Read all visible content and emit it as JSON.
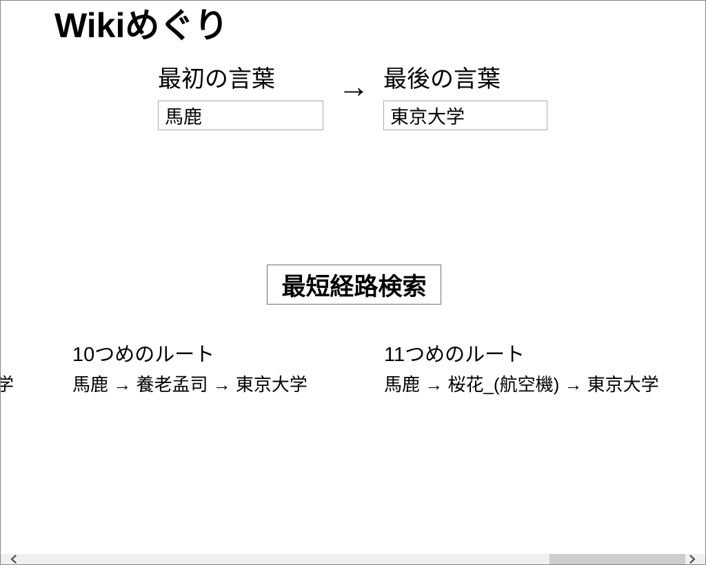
{
  "title": "Wikiめぐり",
  "form": {
    "start_label": "最初の言葉",
    "end_label": "最後の言葉",
    "arrow": "→",
    "start_value": "馬鹿",
    "end_value": "東京大学",
    "button_label": "最短経路検索"
  },
  "routes": {
    "partial_left_text": "学",
    "items": [
      {
        "heading": "10つめのルート",
        "path": "馬鹿 → 養老孟司 → 東京大学"
      },
      {
        "heading": "11つめのルート",
        "path": "馬鹿 → 桜花_(航空機) → 東京大学"
      }
    ]
  },
  "scrollbar": {
    "left_icon": "chevron-left",
    "right_icon": "chevron-right",
    "thumb_position": "right"
  },
  "colors": {
    "window_border": "#848484",
    "input_border": "#ababab",
    "button_border": "#6e6e6e",
    "scrollbar_track": "#f0f0f0",
    "scrollbar_thumb": "#cdcdcd",
    "scrollbar_arrow": "#555555",
    "text": "#000000"
  }
}
